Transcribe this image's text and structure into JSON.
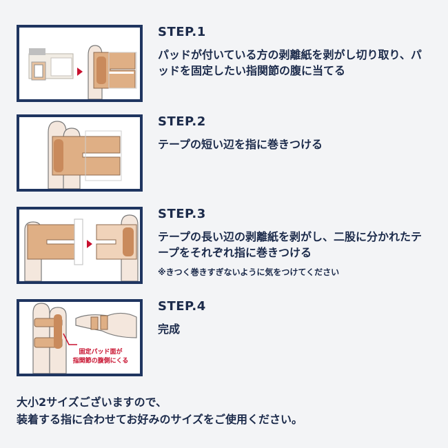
{
  "steps": [
    {
      "title": "STEP.1",
      "desc": "パッドが付いている方の剥離紙を剥がし切り取り、パッドを固定したい指関節の腹に当てる",
      "note": ""
    },
    {
      "title": "STEP.2",
      "desc": "テープの短い辺を指に巻きつける",
      "note": ""
    },
    {
      "title": "STEP.3",
      "desc": "テープの長い辺の剥離紙を剥がし、二股に分かれたテープをそれぞれ指に巻きつける",
      "note": "※きつく巻きすぎないように気をつけてください"
    },
    {
      "title": "STEP.4",
      "desc": "完成",
      "note": ""
    }
  ],
  "callout": {
    "line1": "固定パッド面が",
    "line2": "指関節の腹側にくる"
  },
  "footer": {
    "line1": "大小2サイズございますので、",
    "line2": "装着する指に合わせてお好みのサイズをご使用ください。"
  },
  "colors": {
    "frame": "#1f3560",
    "tape": "#dfaf85",
    "pad": "#c98a5c",
    "skin": "#f4e7dd",
    "arrow": "#c8102e",
    "background": "#f3f4f6"
  }
}
